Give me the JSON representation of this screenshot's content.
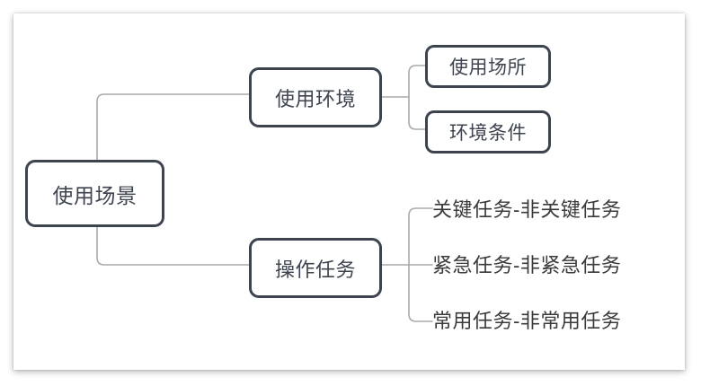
{
  "diagram": {
    "type": "mind-map",
    "title": "使用场景",
    "edge_color": "#aaaaaa",
    "node_border_color": "#3d4451",
    "node_text_color": "#3d4451",
    "leaf_text_color": "#3a3a3a",
    "canvas_background": "#ffffff"
  },
  "nodes": {
    "root": {
      "label": "使用场景"
    },
    "level1": [
      {
        "label": "使用环境"
      },
      {
        "label": "操作任务"
      }
    ],
    "level2_env": [
      {
        "label": "使用场所"
      },
      {
        "label": "环境条件"
      }
    ],
    "level2_task": [
      {
        "label": "关键任务-非关键任务"
      },
      {
        "label": "紧急任务-非紧急任务"
      },
      {
        "label": "常用任务-非常用任务"
      }
    ]
  }
}
